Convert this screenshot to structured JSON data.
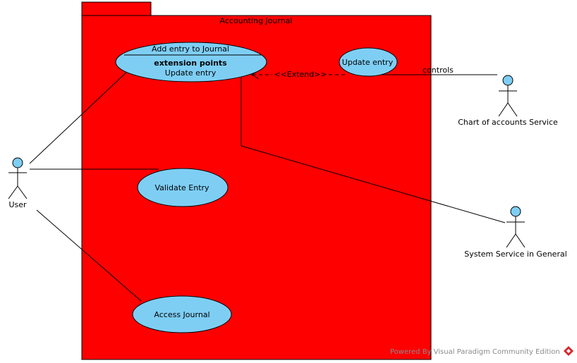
{
  "colors": {
    "system_fill": "#ff0000",
    "usecase_fill": "#7ecef4",
    "actor_head": "#7ecef4",
    "stroke": "#000000",
    "watermark_text": "#8a8a8a",
    "watermark_logo": "#d9262c"
  },
  "system": {
    "title": "Accounting Journal"
  },
  "use_cases": {
    "add_entry": {
      "title": "Add entry to Journal",
      "extension_heading": "extension points",
      "extension_point": "Update entry"
    },
    "update_entry": {
      "title": "Update entry"
    },
    "validate_entry": {
      "title": "Validate Entry"
    },
    "access_journal": {
      "title": "Access Journal"
    }
  },
  "actors": {
    "user": {
      "name": "User"
    },
    "chart_service": {
      "name": "Chart of accounts Service"
    },
    "system_service": {
      "name": "System Service in General"
    }
  },
  "relationships": {
    "extend_label": "<<Extend>>",
    "controls_label": "controls"
  },
  "watermark": {
    "text": "Powered By Visual Paradigm Community Edition",
    "logo_icon": "visual-paradigm-logo-icon"
  }
}
